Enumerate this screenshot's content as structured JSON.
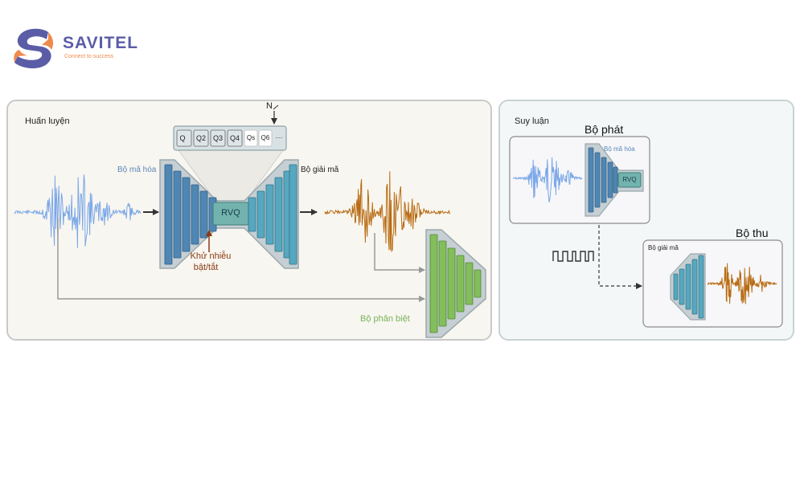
{
  "logo": {
    "name": "SAVITEL",
    "tagline": "Connect to success"
  },
  "training": {
    "title": "Huấn luyện",
    "encoder_label": "Bộ mã hóa",
    "decoder_label": "Bộ giải mã",
    "rvq_label": "RVQ",
    "denoise_label_1": "Khử nhiễu",
    "denoise_label_2": "bật/tắt",
    "discriminator_label": "Bộ phân biệt",
    "n_label": "N",
    "quantizers": [
      "Q",
      "Q2",
      "Q3",
      "Q4",
      "Qs",
      "Q6",
      "···"
    ]
  },
  "inference": {
    "title": "Suy luận",
    "transmitter_title": "Bộ phát",
    "transmitter_encoder_label": "Bộ mã hóa",
    "transmitter_rvq_label": "RVQ",
    "receiver_title": "Bộ thu",
    "receiver_decoder_label": "Bộ giải mã"
  },
  "colors": {
    "input_wave": "#7ba7e8",
    "output_wave": "#b86b12",
    "encoder_bars": "#4f86b3",
    "decoder_bars": "#56a7bf",
    "discriminator_bars": "#84bd5c",
    "rvq_box": "#72b3ad",
    "training_panel_bg": "#f8f6f0",
    "inference_panel_bg": "#f3f7f8"
  }
}
